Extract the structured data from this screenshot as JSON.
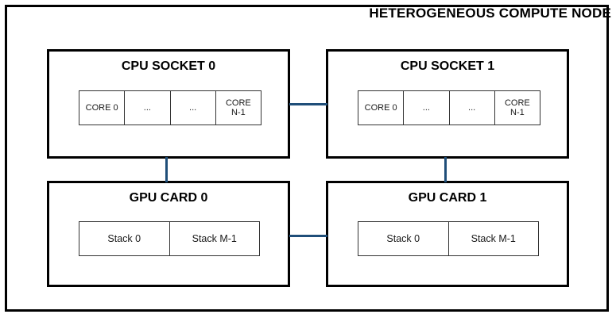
{
  "node": {
    "title": "HETEROGENEOUS COMPUTE NODE",
    "border_color": "#000000",
    "connector_color": "#1f4e79"
  },
  "blocks": [
    {
      "id": "cpu-socket-0",
      "title": "CPU SOCKET 0",
      "units": [
        {
          "label": "CORE 0"
        },
        {
          "label": "..."
        },
        {
          "label": "..."
        },
        {
          "label": "CORE\nN-1"
        }
      ]
    },
    {
      "id": "cpu-socket-1",
      "title": "CPU SOCKET 1",
      "units": [
        {
          "label": "CORE 0"
        },
        {
          "label": "..."
        },
        {
          "label": "..."
        },
        {
          "label": "CORE\nN-1"
        }
      ]
    },
    {
      "id": "gpu-card-0",
      "title": "GPU CARD 0",
      "units": [
        {
          "label": "Stack 0"
        },
        {
          "label": "Stack M-1"
        }
      ]
    },
    {
      "id": "gpu-card-1",
      "title": "GPU CARD 1",
      "units": [
        {
          "label": "Stack 0"
        },
        {
          "label": "Stack M-1"
        }
      ]
    }
  ],
  "connectors": [
    {
      "id": "cpu0-cpu1-link",
      "orientation": "horizontal"
    },
    {
      "id": "gpu0-gpu1-link",
      "orientation": "horizontal"
    },
    {
      "id": "cpu0-gpu0-link",
      "orientation": "vertical"
    },
    {
      "id": "cpu1-gpu1-link",
      "orientation": "vertical"
    }
  ]
}
